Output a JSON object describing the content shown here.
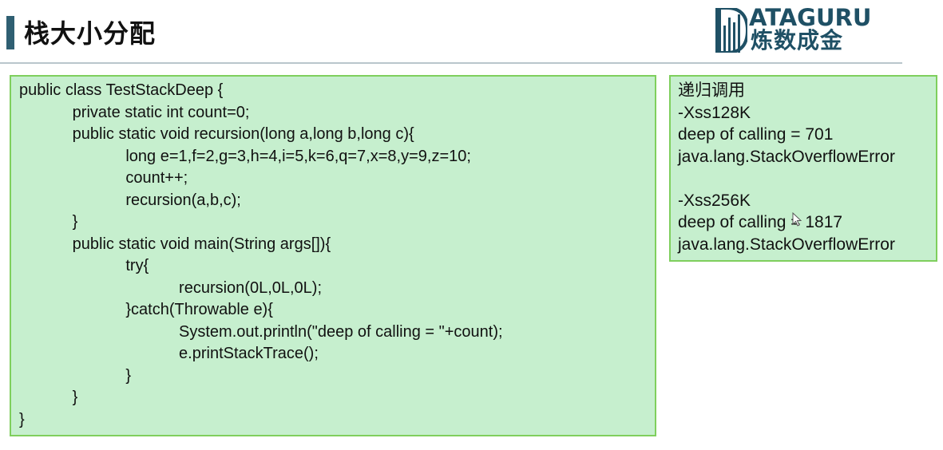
{
  "header": {
    "title": "栈大小分配",
    "logo": {
      "text_top": "ATAGURU",
      "text_bottom": "炼数成金",
      "color": "#1f5065"
    }
  },
  "code_panel": {
    "lines": [
      "public class TestStackDeep {",
      "\tprivate static int count=0;",
      "\tpublic static void recursion(long a,long b,long c){",
      "\t\tlong e=1,f=2,g=3,h=4,i=5,k=6,q=7,x=8,y=9,z=10;",
      "\t\tcount++;",
      "\t\trecursion(a,b,c);",
      "\t}",
      "\tpublic static void main(String args[]){",
      "\t\ttry{",
      "\t\t\trecursion(0L,0L,0L);",
      "\t\t}catch(Throwable e){",
      "\t\t\tSystem.out.println(\"deep of calling = \"+count);",
      "\t\t\te.printStackTrace();",
      "\t\t}",
      "\t}",
      "}"
    ]
  },
  "result_panel": {
    "lines": [
      "递归调用",
      "-Xss128K",
      "deep of calling = 701",
      "java.lang.StackOverflowError",
      "",
      "-Xss256K",
      "deep of calling = 1817",
      "java.lang.StackOverflowError"
    ]
  },
  "colors": {
    "panel_background": "#c6efce",
    "panel_border": "#7fcf5d",
    "accent_bar": "#2f5f72"
  }
}
